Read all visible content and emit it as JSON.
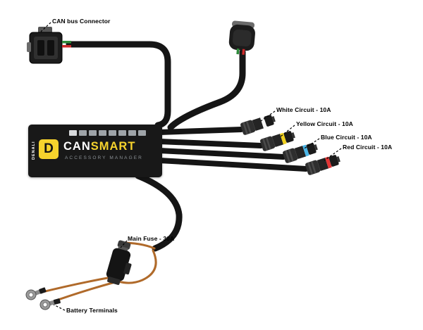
{
  "device": {
    "brand_vertical": "DENALI",
    "logo_letter": "D",
    "name_white": "CAN",
    "name_yellow": "SMART",
    "subtitle": "ACCESSORY MANAGER"
  },
  "labels": {
    "canbus_connector": "CAN bus Connector",
    "white_circuit": "White Circuit - 10A",
    "yellow_circuit": "Yellow Circuit - 10A",
    "blue_circuit": "Blue Circuit - 10A",
    "red_circuit": "Red Circuit - 10A",
    "main_fuse": "Main Fuse - 30A",
    "battery_terminals": "Battery Terminals"
  },
  "colors": {
    "accent_yellow": "#f6d32d",
    "cable_black": "#151515",
    "circuit_white": "#f5f5f5",
    "circuit_yellow": "#f2d21f",
    "circuit_blue": "#4ab6e8",
    "circuit_red": "#e23434",
    "wire_green": "#2e8b3a",
    "wire_red": "#cc2a2a",
    "wire_orange": "#b06a2a"
  }
}
